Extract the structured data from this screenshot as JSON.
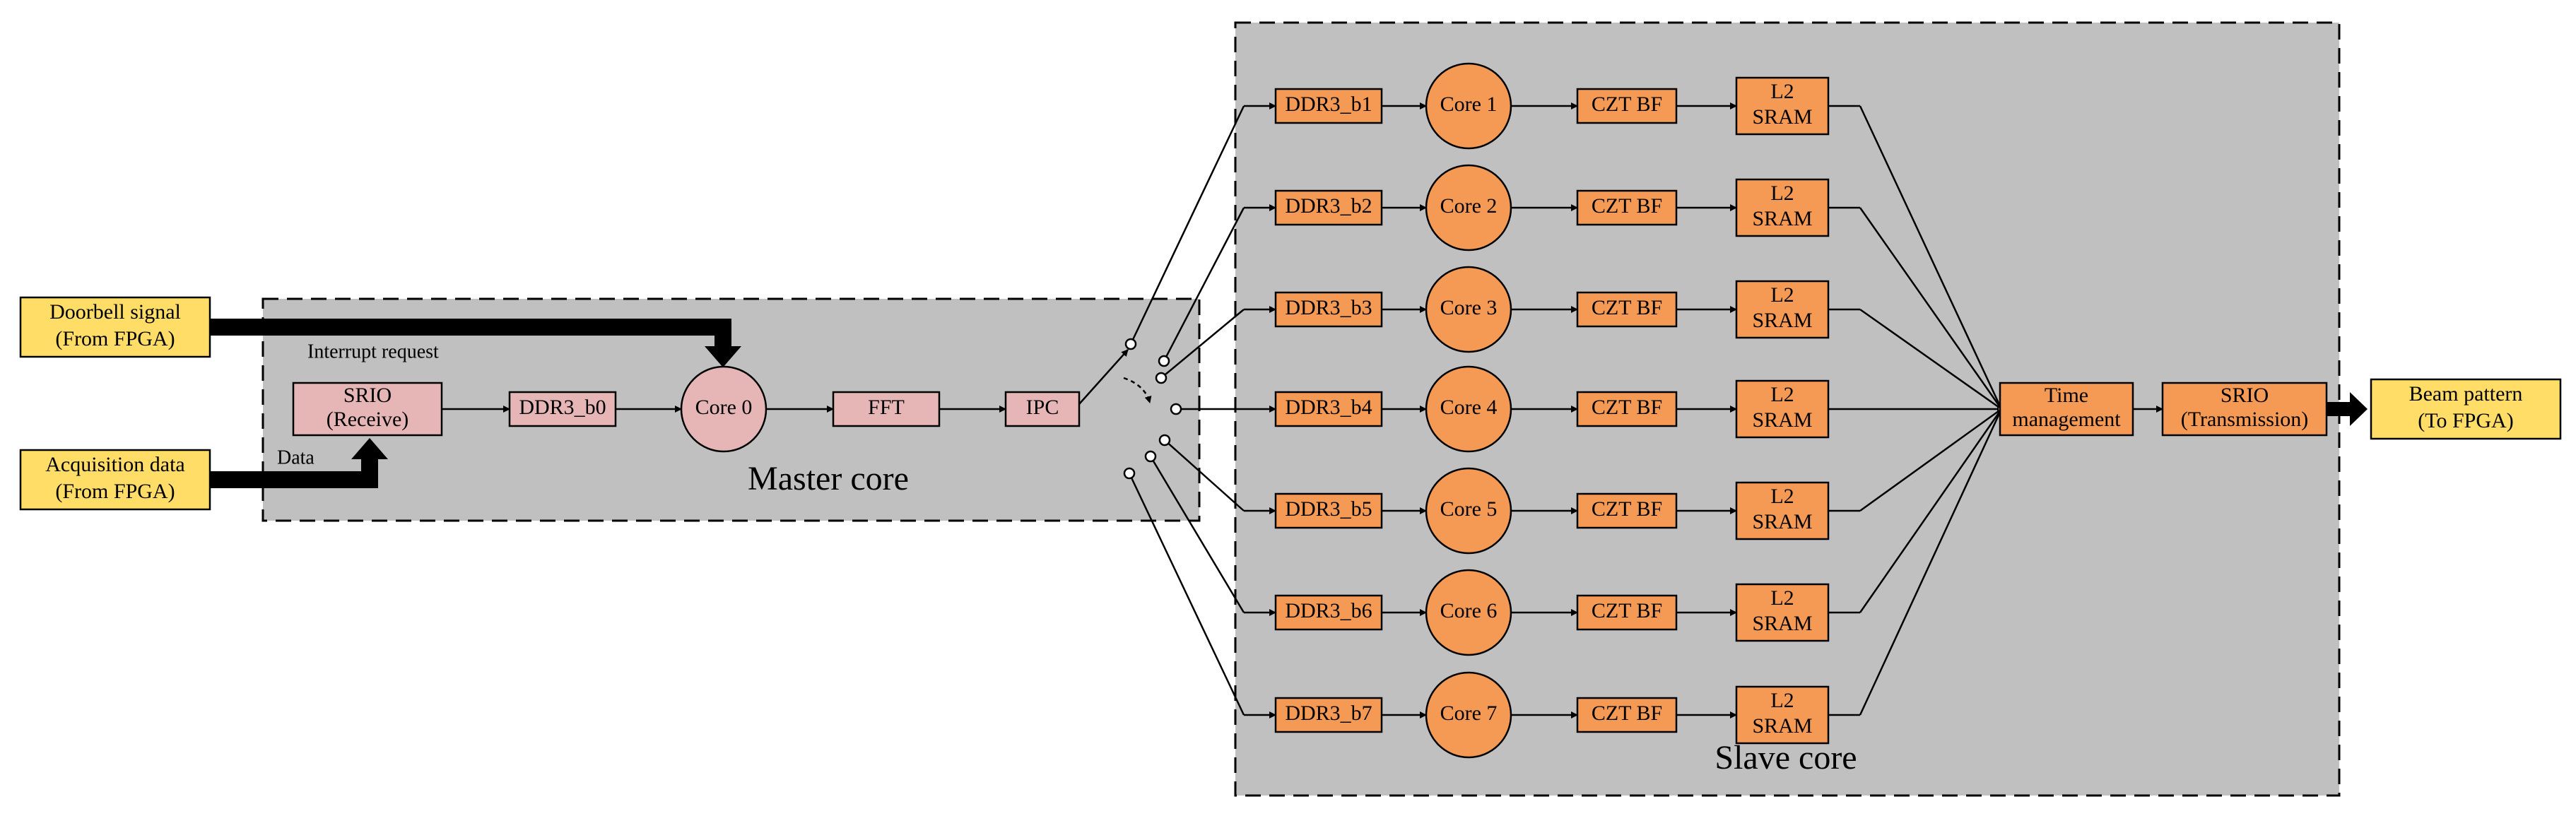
{
  "colors": {
    "panel": "#c0c0c0",
    "input_box": "#ffdd66",
    "master_block": "#e6b5b5",
    "slave_block": "#f59a55",
    "line": "#000000"
  },
  "inputs": {
    "doorbell": [
      "Doorbell signal",
      "(From FPGA)"
    ],
    "acquisition": [
      "Acquisition data",
      "(From FPGA)"
    ],
    "interrupt_label": "Interrupt request",
    "data_label": "Data"
  },
  "master": {
    "title": "Master core",
    "srio": [
      "SRIO",
      "(Receive)"
    ],
    "ddr": "DDR3_b0",
    "core": "Core 0",
    "fft": "FFT",
    "ipc": "IPC"
  },
  "slave": {
    "title": "Slave core",
    "rows": [
      {
        "ddr": "DDR3_b1",
        "core": "Core 1",
        "bf": "CZT BF",
        "mem": [
          "L2",
          "SRAM"
        ]
      },
      {
        "ddr": "DDR3_b2",
        "core": "Core 2",
        "bf": "CZT BF",
        "mem": [
          "L2",
          "SRAM"
        ]
      },
      {
        "ddr": "DDR3_b3",
        "core": "Core 3",
        "bf": "CZT BF",
        "mem": [
          "L2",
          "SRAM"
        ]
      },
      {
        "ddr": "DDR3_b4",
        "core": "Core 4",
        "bf": "CZT BF",
        "mem": [
          "L2",
          "SRAM"
        ]
      },
      {
        "ddr": "DDR3_b5",
        "core": "Core 5",
        "bf": "CZT BF",
        "mem": [
          "L2",
          "SRAM"
        ]
      },
      {
        "ddr": "DDR3_b6",
        "core": "Core 6",
        "bf": "CZT BF",
        "mem": [
          "L2",
          "SRAM"
        ]
      },
      {
        "ddr": "DDR3_b7",
        "core": "Core 7",
        "bf": "CZT BF",
        "mem": [
          "L2",
          "SRAM"
        ]
      }
    ],
    "time_mgmt": [
      "Time",
      "management"
    ],
    "srio_tx": [
      "SRIO",
      "(Transmission)"
    ]
  },
  "output": [
    "Beam pattern",
    "(To FPGA)"
  ]
}
